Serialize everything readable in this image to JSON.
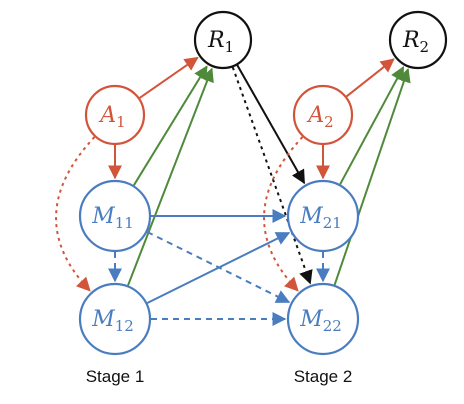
{
  "colors": {
    "reward": "#111111",
    "action": "#d2553a",
    "mediator": "#4a7cc0",
    "green": "#4f8a3a",
    "black": "#111111"
  },
  "nodes": {
    "R1": {
      "main": "R",
      "sub": "1",
      "kind": "reward"
    },
    "R2": {
      "main": "R",
      "sub": "2",
      "kind": "reward"
    },
    "A1": {
      "main": "A",
      "sub": "1",
      "kind": "action"
    },
    "A2": {
      "main": "A",
      "sub": "2",
      "kind": "action"
    },
    "M11": {
      "main": "M",
      "sub": "11",
      "kind": "mediator"
    },
    "M12": {
      "main": "M",
      "sub": "12",
      "kind": "mediator"
    },
    "M21": {
      "main": "M",
      "sub": "21",
      "kind": "mediator"
    },
    "M22": {
      "main": "M",
      "sub": "22",
      "kind": "mediator"
    }
  },
  "edges": [
    {
      "from": "A1",
      "to": "R1",
      "color": "action",
      "style": "solid"
    },
    {
      "from": "A1",
      "to": "M11",
      "color": "action",
      "style": "solid"
    },
    {
      "from": "A1",
      "to": "M12",
      "color": "action",
      "style": "dotted",
      "curved": true
    },
    {
      "from": "M11",
      "to": "R1",
      "color": "green",
      "style": "solid"
    },
    {
      "from": "M12",
      "to": "R1",
      "color": "green",
      "style": "solid"
    },
    {
      "from": "M11",
      "to": "M12",
      "color": "mediator",
      "style": "dashed"
    },
    {
      "from": "M11",
      "to": "M21",
      "color": "mediator",
      "style": "solid"
    },
    {
      "from": "M11",
      "to": "M22",
      "color": "mediator",
      "style": "dashed"
    },
    {
      "from": "M12",
      "to": "M21",
      "color": "mediator",
      "style": "solid"
    },
    {
      "from": "M12",
      "to": "M22",
      "color": "mediator",
      "style": "dashed"
    },
    {
      "from": "R1",
      "to": "M21",
      "color": "black",
      "style": "solid"
    },
    {
      "from": "R1",
      "to": "M22",
      "color": "black",
      "style": "dotted"
    },
    {
      "from": "A2",
      "to": "R2",
      "color": "action",
      "style": "solid"
    },
    {
      "from": "A2",
      "to": "M21",
      "color": "action",
      "style": "solid"
    },
    {
      "from": "A2",
      "to": "M22",
      "color": "action",
      "style": "dotted",
      "curved": true
    },
    {
      "from": "M21",
      "to": "R2",
      "color": "green",
      "style": "solid"
    },
    {
      "from": "M22",
      "to": "R2",
      "color": "green",
      "style": "solid"
    },
    {
      "from": "M21",
      "to": "M22",
      "color": "mediator",
      "style": "dashed"
    }
  ],
  "stages": {
    "stage1": "Stage 1",
    "stage2": "Stage 2"
  }
}
